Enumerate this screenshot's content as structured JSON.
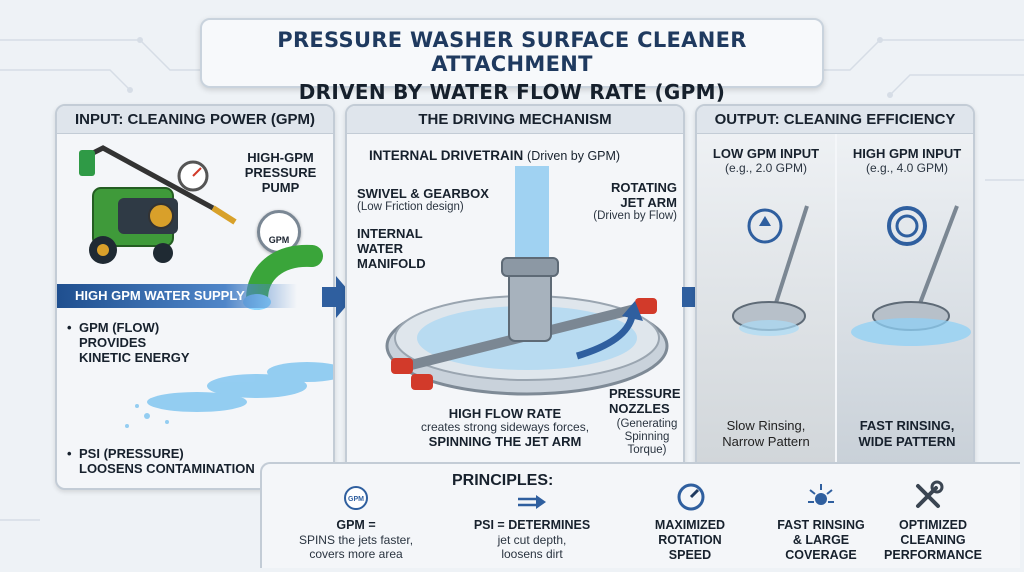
{
  "title": {
    "line1": "PRESSURE WASHER SURFACE CLEANER ATTACHMENT",
    "line2": "DRIVEN BY WATER FLOW RATE (GPM)"
  },
  "input_panel": {
    "header": "INPUT: CLEANING POWER (GPM)",
    "pump_label": [
      "HIGH-GPM",
      "PRESSURE",
      "PUMP"
    ],
    "gauge_text": "GPM",
    "supply_label": "HIGH GPM WATER SUPPLY",
    "gpm_bullet": [
      "GPM (FLOW)",
      "PROVIDES",
      "KINETIC ENERGY"
    ],
    "psi_bullet": [
      "PSI (PRESSURE)",
      "LOOSENS CONTAMINATION"
    ]
  },
  "mechanism_panel": {
    "header": "THE DRIVING MECHANISM",
    "drivetrain_bold": "INTERNAL DRIVETRAIN",
    "drivetrain_note": "(Driven by GPM)",
    "swivel_bold": "SWIVEL & GEARBOX",
    "swivel_note": "(Low Friction design)",
    "manifold": [
      "INTERNAL",
      "WATER",
      "MANIFOLD"
    ],
    "jet_arm": [
      "ROTATING",
      "JET ARM"
    ],
    "jet_arm_note": "(Driven by Flow)",
    "nozzles": [
      "PRESSURE",
      "NOZZLES"
    ],
    "nozzles_note": [
      "(Generating",
      "Spinning",
      "Torque)"
    ],
    "flow_bold": "HIGH FLOW RATE",
    "flow_note": "creates strong sideways forces,",
    "flow_bold2": "SPINNING THE JET ARM"
  },
  "output_panel": {
    "header": "OUTPUT: CLEANING EFFICIENCY",
    "low_title": "LOW GPM INPUT",
    "low_example": "(e.g., 2.0 GPM)",
    "low_result": [
      "Slow Rinsing,",
      "Narrow Pattern"
    ],
    "high_title": "HIGH GPM INPUT",
    "high_example": "(e.g., 4.0 GPM)",
    "high_result": [
      "FAST RINSING,",
      "WIDE PATTERN"
    ]
  },
  "principles": {
    "title": "PRINCIPLES:",
    "gauge_text": "GPM",
    "items": [
      {
        "bold": "GPM =",
        "text": [
          "SPINS the jets faster,",
          "covers more area"
        ]
      },
      {
        "bold": "PSI = DETERMINES",
        "text": [
          "jet cut depth,",
          "loosens dirt"
        ]
      },
      {
        "bold": [
          "MAXIMIZED",
          "ROTATION",
          "SPEED"
        ]
      },
      {
        "bold": [
          "FAST RINSING",
          "& LARGE",
          "COVERAGE"
        ]
      },
      {
        "bold": [
          "OPTIMIZED",
          "CLEANING",
          "PERFORMANCE"
        ]
      }
    ]
  },
  "colors": {
    "accent_blue": "#1f4f8f",
    "water_blue": "#5aa9e6",
    "pump_green": "#3f9a3a",
    "nozzle_red": "#d23a2a",
    "arrow_blue": "#2f5f9f"
  }
}
